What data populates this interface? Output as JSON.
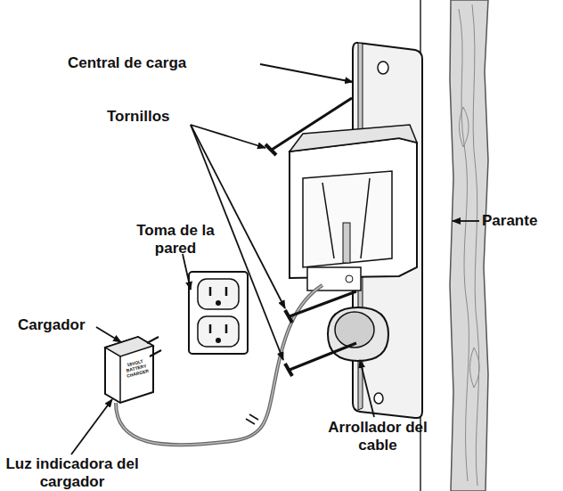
{
  "diagram": {
    "labels": [
      "Central de carga",
      "Tornillos",
      "Toma de la pared",
      "Parante",
      "Cargador",
      "Arrollador del cable",
      "Luz indicadora del cargador",
      "18VOLT BATTERY CHARGER"
    ]
  }
}
